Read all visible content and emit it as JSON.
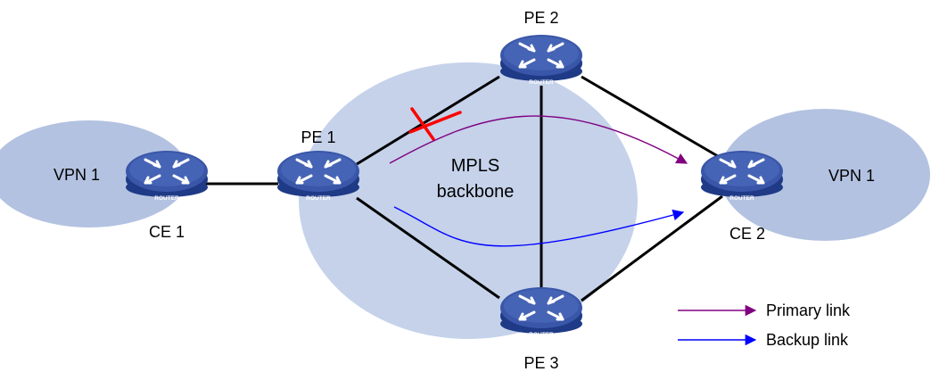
{
  "clouds": {
    "left_vpn": "VPN 1",
    "right_vpn": "VPN 1",
    "backbone_line1": "MPLS",
    "backbone_line2": "backbone"
  },
  "routers": {
    "ce1": {
      "label": "CE 1",
      "badge": "ROUTER"
    },
    "pe1": {
      "label": "PE 1",
      "badge": "ROUTER"
    },
    "pe2": {
      "label": "PE 2",
      "badge": "ROUTER"
    },
    "pe3": {
      "label": "PE 3",
      "badge": "ROUTER"
    },
    "ce2": {
      "label": "CE 2",
      "badge": "ROUTER"
    }
  },
  "legend": {
    "primary_label": "Primary link",
    "backup_label": "Backup link"
  },
  "colors": {
    "cloud": "#b3c2e1",
    "router_top": "#3a56a8",
    "router_side": "#1f3a86",
    "link": "#000000",
    "primary": "#800080",
    "backup": "#0000ff",
    "failure": "#ff0000"
  },
  "failed_link": "PE 1 - PE 2"
}
